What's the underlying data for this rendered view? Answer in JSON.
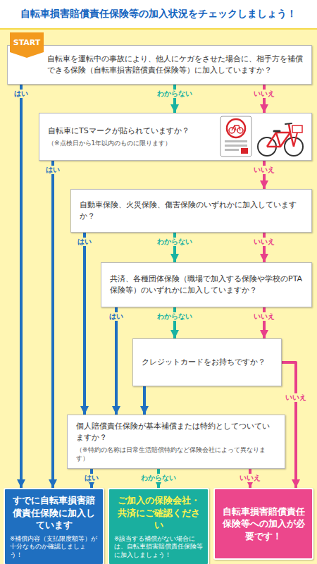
{
  "diagram": {
    "title": "自転車損害賠償責任保険等の加入状況をチェックしましょう！",
    "nodes": [
      {
        "text": [
          "START"
        ]
      },
      {
        "text": [
          "自転車を運転中の事故により、他人にケガをさせた場合に、相手方を補償できる保険（自転車損害賠償責任保険等）に加入していますか？"
        ]
      },
      {
        "text": [
          "自転車にTSマークが貼られていますか？",
          "（※点検日から1年以内のものに限ります）"
        ]
      },
      {
        "text": [
          "自動車保険、火災保険、傷害保険のいずれかに加入していますか？"
        ]
      },
      {
        "text": [
          "共済、各種団体保険（職場で加入する保険や学校のPTA保険等）のいずれかに加入していますか？"
        ]
      },
      {
        "text": [
          "クレジットカードをお持ちですか？"
        ]
      },
      {
        "text": [
          "個人賠償責任保険が基本補償または特約としてついていますか？",
          "（※特約の名称は日常生活賠償特約など保険会社によって異なります）"
        ]
      },
      {
        "text": [
          "すでに自転車損害賠償責任保険に加入しています",
          "※補償内容（支払限度額等）が十分なものか確認しましょう！"
        ]
      },
      {
        "text": [
          "ご加入の保険会社・共済にご確認ください",
          "※該当する補償がない場合には、自転車損害賠償責任保険等に加入しましょう！"
        ]
      },
      {
        "text": [
          "自転車損害賠償責任保険等への加入が必要です！"
        ]
      }
    ],
    "edges": [
      {
        "from": 1,
        "to": 7,
        "label": "はい",
        "arrow": "to"
      },
      {
        "from": 1,
        "to": 2,
        "label": "わからない",
        "arrow": "to"
      },
      {
        "from": 1,
        "to": 2,
        "label": "いいえ",
        "arrow": "to"
      },
      {
        "from": 2,
        "to": 7,
        "label": "はい",
        "arrow": "to"
      },
      {
        "from": 2,
        "to": 3,
        "label": "いいえ",
        "arrow": "to"
      },
      {
        "from": 3,
        "to": 6,
        "label": "はい",
        "arrow": "to"
      },
      {
        "from": 3,
        "to": 4,
        "label": "わからない",
        "arrow": "to"
      },
      {
        "from": 3,
        "to": 4,
        "label": "いいえ",
        "arrow": "to"
      },
      {
        "from": 4,
        "to": 6,
        "label": "はい",
        "arrow": "to"
      },
      {
        "from": 4,
        "to": 5,
        "label": "わからない",
        "arrow": "to"
      },
      {
        "from": 4,
        "to": 5,
        "label": "いいえ",
        "arrow": "to"
      },
      {
        "from": 5,
        "to": 6,
        "arrow": "to"
      },
      {
        "from": 5,
        "to": 9,
        "label": "いいえ",
        "arrow": "to"
      },
      {
        "from": 6,
        "to": 7,
        "label": "はい",
        "arrow": "to"
      },
      {
        "from": 6,
        "to": 8,
        "label": "わからない",
        "arrow": "to"
      },
      {
        "from": 6,
        "to": 9,
        "label": "いいえ",
        "arrow": "to"
      }
    ]
  }
}
